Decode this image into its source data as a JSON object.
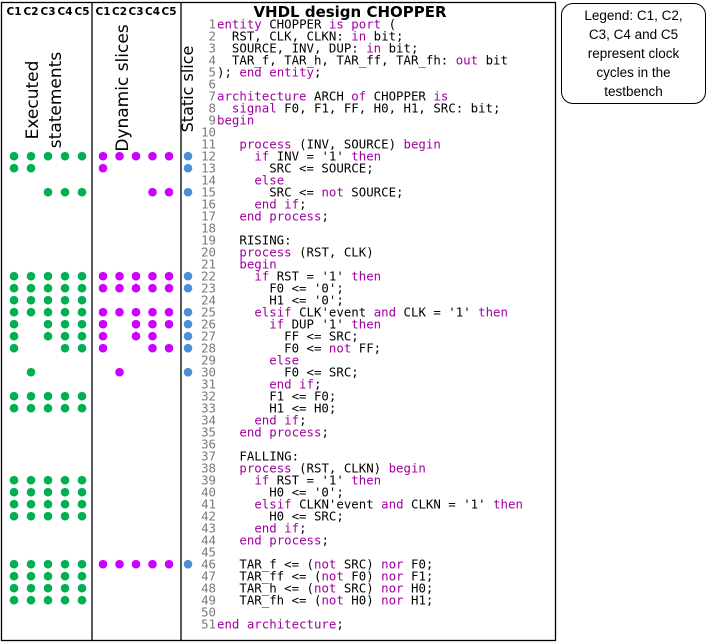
{
  "title": "VHDL design CHOPPER",
  "column_headers": {
    "executed": [
      "C1",
      "C2",
      "C3",
      "C4",
      "C5"
    ],
    "dynamic": [
      "C1",
      "C2",
      "C3",
      "C4",
      "C5"
    ]
  },
  "section_labels": {
    "executed": [
      "Executed",
      "statements"
    ],
    "dynamic": "Dynamic slices",
    "static": "Static slice"
  },
  "legend": [
    "Legend: C1, C2,",
    "C3, C4 and C5",
    "represent clock",
    "cycles in the",
    "testbench"
  ],
  "colors": {
    "executed_dot": "#00b050",
    "dynamic_dot": "#cc00ff",
    "static_dot": "#4a90d9",
    "keyword": "#a000a0",
    "line_number": "#7a7a7a"
  },
  "code_lines": [
    {
      "n": "1",
      "t": [
        [
          "k",
          "entity"
        ],
        [
          "p",
          " CHOPPER "
        ],
        [
          "k",
          "is port"
        ],
        [
          "p",
          " ("
        ]
      ]
    },
    {
      "n": "2",
      "t": [
        [
          "p",
          "  RST, CLK, CLKN: "
        ],
        [
          "k",
          "in"
        ],
        [
          "p",
          " bit;"
        ]
      ]
    },
    {
      "n": "3",
      "t": [
        [
          "p",
          "  SOURCE, INV, DUP: "
        ],
        [
          "k",
          "in"
        ],
        [
          "p",
          " bit;"
        ]
      ]
    },
    {
      "n": "4",
      "t": [
        [
          "p",
          "  TAR_f, TAR_h, TAR_ff, TAR_fh: "
        ],
        [
          "k",
          "out"
        ],
        [
          "p",
          " bit"
        ]
      ]
    },
    {
      "n": "5",
      "t": [
        [
          "p",
          "); "
        ],
        [
          "k",
          "end entity"
        ],
        [
          "p",
          ";"
        ]
      ]
    },
    {
      "n": "6",
      "t": []
    },
    {
      "n": "7",
      "t": [
        [
          "k",
          "architecture"
        ],
        [
          "p",
          " ARCH "
        ],
        [
          "k",
          "of"
        ],
        [
          "p",
          " CHOPPER "
        ],
        [
          "k",
          "is"
        ]
      ]
    },
    {
      "n": "8",
      "t": [
        [
          "p",
          "  "
        ],
        [
          "k",
          "signal"
        ],
        [
          "p",
          " F0, F1, FF, H0, H1, SRC: bit;"
        ]
      ]
    },
    {
      "n": "9",
      "t": [
        [
          "k",
          "begin"
        ]
      ]
    },
    {
      "n": "10",
      "t": []
    },
    {
      "n": "11",
      "t": [
        [
          "p",
          "   "
        ],
        [
          "k",
          "process"
        ],
        [
          "p",
          " (INV, SOURCE) "
        ],
        [
          "k",
          "begin"
        ]
      ]
    },
    {
      "n": "12",
      "t": [
        [
          "p",
          "     "
        ],
        [
          "k",
          "if"
        ],
        [
          "p",
          " INV = '1' "
        ],
        [
          "k",
          "then"
        ]
      ]
    },
    {
      "n": "13",
      "t": [
        [
          "p",
          "       SRC <= SOURCE;"
        ]
      ]
    },
    {
      "n": "14",
      "t": [
        [
          "p",
          "     "
        ],
        [
          "k",
          "else"
        ]
      ]
    },
    {
      "n": "15",
      "t": [
        [
          "p",
          "       SRC <= "
        ],
        [
          "k",
          "not"
        ],
        [
          "p",
          " SOURCE;"
        ]
      ]
    },
    {
      "n": "16",
      "t": [
        [
          "p",
          "     "
        ],
        [
          "k",
          "end if"
        ],
        [
          "p",
          ";"
        ]
      ]
    },
    {
      "n": "17",
      "t": [
        [
          "p",
          "   "
        ],
        [
          "k",
          "end process"
        ],
        [
          "p",
          ";"
        ]
      ]
    },
    {
      "n": "18",
      "t": []
    },
    {
      "n": "19",
      "t": [
        [
          "p",
          "   RISING:"
        ]
      ]
    },
    {
      "n": "20",
      "t": [
        [
          "p",
          "   "
        ],
        [
          "k",
          "process"
        ],
        [
          "p",
          " (RST, CLK)"
        ]
      ]
    },
    {
      "n": "21",
      "t": [
        [
          "p",
          "   "
        ],
        [
          "k",
          "begin"
        ]
      ]
    },
    {
      "n": "22",
      "t": [
        [
          "p",
          "     "
        ],
        [
          "k",
          "if"
        ],
        [
          "p",
          " RST = '1' "
        ],
        [
          "k",
          "then"
        ]
      ]
    },
    {
      "n": "23",
      "t": [
        [
          "p",
          "       F0 <= '0';"
        ]
      ]
    },
    {
      "n": "24",
      "t": [
        [
          "p",
          "       H1 <= '0';"
        ]
      ]
    },
    {
      "n": "25",
      "t": [
        [
          "p",
          "     "
        ],
        [
          "k",
          "elsif"
        ],
        [
          "p",
          " CLK'event "
        ],
        [
          "k",
          "and"
        ],
        [
          "p",
          " CLK = '1' "
        ],
        [
          "k",
          "then"
        ]
      ]
    },
    {
      "n": "26",
      "t": [
        [
          "p",
          "       "
        ],
        [
          "k",
          "if"
        ],
        [
          "p",
          " DUP '1' "
        ],
        [
          "k",
          "then"
        ]
      ]
    },
    {
      "n": "27",
      "t": [
        [
          "p",
          "         FF <= SRC;"
        ]
      ]
    },
    {
      "n": "28",
      "t": [
        [
          "p",
          "         F0 <= "
        ],
        [
          "k",
          "not"
        ],
        [
          "p",
          " FF;"
        ]
      ]
    },
    {
      "n": "29",
      "t": [
        [
          "p",
          "       "
        ],
        [
          "k",
          "else"
        ]
      ]
    },
    {
      "n": "30",
      "t": [
        [
          "p",
          "         F0 <= SRC;"
        ]
      ]
    },
    {
      "n": "31",
      "t": [
        [
          "p",
          "       "
        ],
        [
          "k",
          "end if"
        ],
        [
          "p",
          ";"
        ]
      ]
    },
    {
      "n": "32",
      "t": [
        [
          "p",
          "       F1 <= F0;"
        ]
      ]
    },
    {
      "n": "33",
      "t": [
        [
          "p",
          "       H1 <= H0;"
        ]
      ]
    },
    {
      "n": "34",
      "t": [
        [
          "p",
          "     "
        ],
        [
          "k",
          "end if"
        ],
        [
          "p",
          ";"
        ]
      ]
    },
    {
      "n": "35",
      "t": [
        [
          "p",
          "   "
        ],
        [
          "k",
          "end process"
        ],
        [
          "p",
          ";"
        ]
      ]
    },
    {
      "n": "36",
      "t": []
    },
    {
      "n": "37",
      "t": [
        [
          "p",
          "   FALLING:"
        ]
      ]
    },
    {
      "n": "38",
      "t": [
        [
          "p",
          "   "
        ],
        [
          "k",
          "process"
        ],
        [
          "p",
          " (RST, CLKN) "
        ],
        [
          "k",
          "begin"
        ]
      ]
    },
    {
      "n": "39",
      "t": [
        [
          "p",
          "     "
        ],
        [
          "k",
          "if"
        ],
        [
          "p",
          " RST = '1' "
        ],
        [
          "k",
          "then"
        ]
      ]
    },
    {
      "n": "40",
      "t": [
        [
          "p",
          "       H0 <= '0';"
        ]
      ]
    },
    {
      "n": "41",
      "t": [
        [
          "p",
          "     "
        ],
        [
          "k",
          "elsif"
        ],
        [
          "p",
          " CLKN'event "
        ],
        [
          "k",
          "and"
        ],
        [
          "p",
          " CLKN = '1' "
        ],
        [
          "k",
          "then"
        ]
      ]
    },
    {
      "n": "42",
      "t": [
        [
          "p",
          "       H0 <= SRC;"
        ]
      ]
    },
    {
      "n": "43",
      "t": [
        [
          "p",
          "     "
        ],
        [
          "k",
          "end if"
        ],
        [
          "p",
          ";"
        ]
      ]
    },
    {
      "n": "44",
      "t": [
        [
          "p",
          "   "
        ],
        [
          "k",
          "end process"
        ],
        [
          "p",
          ";"
        ]
      ]
    },
    {
      "n": "45",
      "t": []
    },
    {
      "n": "46",
      "t": [
        [
          "p",
          "   TAR_f <= ("
        ],
        [
          "k",
          "not"
        ],
        [
          "p",
          " SRC) "
        ],
        [
          "k",
          "nor"
        ],
        [
          "p",
          " F0;"
        ]
      ]
    },
    {
      "n": "47",
      "t": [
        [
          "p",
          "   TAR_ff <= ("
        ],
        [
          "k",
          "not"
        ],
        [
          "p",
          " F0) "
        ],
        [
          "k",
          "nor"
        ],
        [
          "p",
          " F1;"
        ]
      ]
    },
    {
      "n": "48",
      "t": [
        [
          "p",
          "   TAR_h <= ("
        ],
        [
          "k",
          "not"
        ],
        [
          "p",
          " SRC) "
        ],
        [
          "k",
          "nor"
        ],
        [
          "p",
          " H0;"
        ]
      ]
    },
    {
      "n": "49",
      "t": [
        [
          "p",
          "   TAR_fh <= ("
        ],
        [
          "k",
          "not"
        ],
        [
          "p",
          " H0) "
        ],
        [
          "k",
          "nor"
        ],
        [
          "p",
          " H1;"
        ]
      ]
    },
    {
      "n": "50",
      "t": []
    },
    {
      "n": "51",
      "t": [
        [
          "k",
          "end architecture"
        ],
        [
          "p",
          ";"
        ]
      ]
    }
  ],
  "executed": {
    "12": [
      1,
      1,
      1,
      1,
      1
    ],
    "13": [
      1,
      1,
      0,
      0,
      0
    ],
    "15": [
      0,
      0,
      1,
      1,
      1
    ],
    "22": [
      1,
      1,
      1,
      1,
      1
    ],
    "23": [
      1,
      1,
      1,
      1,
      1
    ],
    "24": [
      1,
      1,
      1,
      1,
      1
    ],
    "25": [
      1,
      1,
      1,
      1,
      1
    ],
    "26": [
      1,
      0,
      1,
      1,
      1
    ],
    "27": [
      1,
      0,
      1,
      1,
      1
    ],
    "28": [
      1,
      0,
      0,
      1,
      1
    ],
    "30": [
      0,
      1,
      0,
      0,
      0
    ],
    "32": [
      1,
      1,
      1,
      1,
      1
    ],
    "33": [
      1,
      1,
      1,
      1,
      1
    ],
    "39": [
      1,
      1,
      1,
      1,
      1
    ],
    "40": [
      1,
      1,
      1,
      1,
      1
    ],
    "41": [
      1,
      1,
      1,
      1,
      1
    ],
    "42": [
      1,
      1,
      1,
      1,
      1
    ],
    "46": [
      1,
      1,
      1,
      1,
      1
    ],
    "47": [
      1,
      1,
      1,
      1,
      1
    ],
    "48": [
      1,
      1,
      1,
      1,
      1
    ],
    "49": [
      1,
      1,
      1,
      1,
      1
    ]
  },
  "dynamic": {
    "12": [
      1,
      1,
      1,
      1,
      1
    ],
    "13": [
      1,
      0,
      0,
      0,
      0
    ],
    "15": [
      0,
      0,
      0,
      1,
      1
    ],
    "22": [
      1,
      1,
      1,
      1,
      1
    ],
    "23": [
      1,
      1,
      1,
      1,
      1
    ],
    "25": [
      1,
      1,
      1,
      1,
      1
    ],
    "26": [
      1,
      0,
      1,
      1,
      1
    ],
    "27": [
      1,
      0,
      1,
      1,
      0
    ],
    "28": [
      1,
      0,
      0,
      1,
      1
    ],
    "30": [
      0,
      1,
      0,
      0,
      0
    ],
    "46": [
      1,
      1,
      1,
      1,
      1
    ]
  },
  "static": [
    "12",
    "13",
    "15",
    "22",
    "23",
    "25",
    "26",
    "27",
    "28",
    "30",
    "46"
  ]
}
